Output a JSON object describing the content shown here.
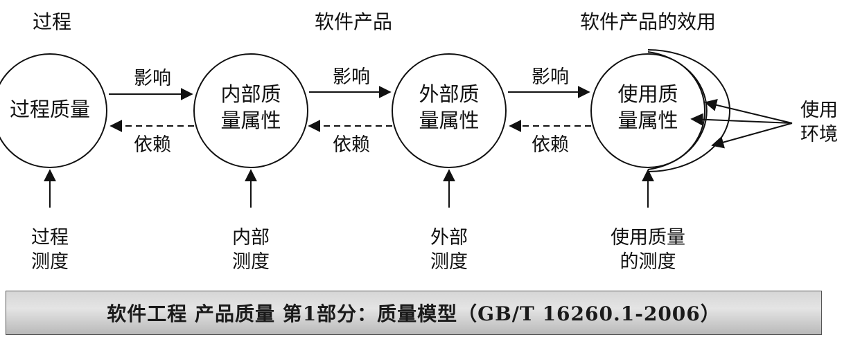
{
  "headers": {
    "process": "过程",
    "product": "软件产品",
    "effect": "软件产品的效用"
  },
  "nodes": {
    "process_quality": "过程质量",
    "internal_quality": "内部质\n量属性",
    "external_quality": "外部质\n量属性",
    "use_quality": "使用质\n量属性"
  },
  "edges": {
    "influence_1": "影响",
    "influence_2": "影响",
    "influence_3": "影响",
    "depend_1": "依赖",
    "depend_2": "依赖",
    "depend_3": "依赖"
  },
  "environment": "使用\n环境",
  "measures": {
    "process": "过程\n测度",
    "internal": "内部\n测度",
    "external": "外部\n测度",
    "use": "使用质量\n的测度"
  },
  "footer": {
    "caption": "软件工程 产品质量 第1部分：质量模型（GB/T 16260.1-2006）"
  }
}
